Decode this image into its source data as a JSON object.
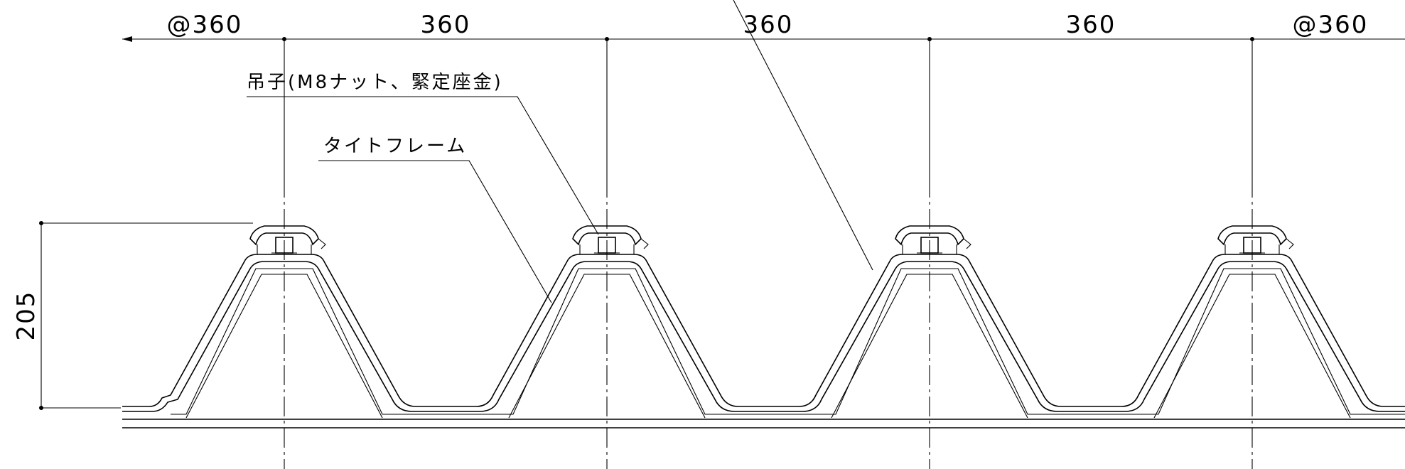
{
  "dimensions": {
    "pitch_labels": [
      "@360",
      "360",
      "360",
      "360",
      "@360"
    ],
    "height_label": "205"
  },
  "callouts": {
    "hanger": "吊子(M8ナット、緊定座金)",
    "tight_frame": "タイトフレーム"
  }
}
